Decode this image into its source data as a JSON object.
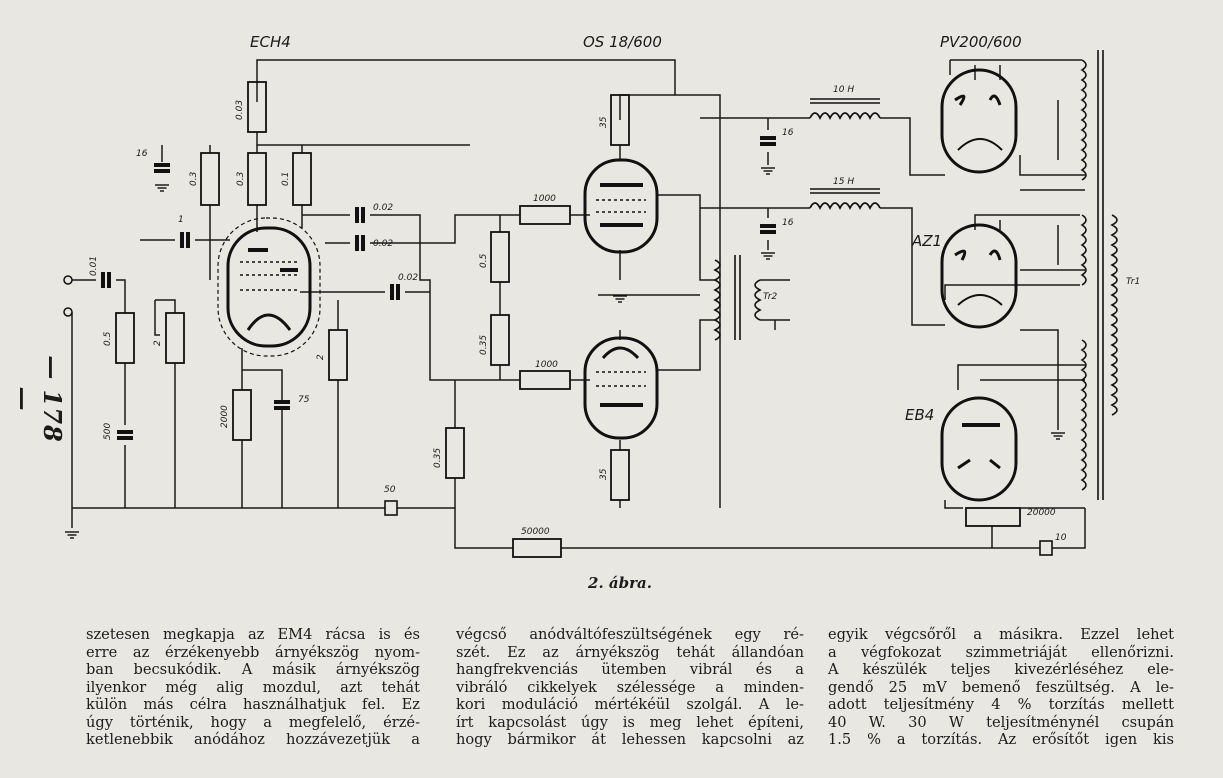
{
  "page_number": "— 178 —",
  "figure": {
    "caption": "2. ábra.",
    "tubes": [
      "ECH4",
      "OS 18/600",
      "PV200/600",
      "AZ1",
      "EB4"
    ],
    "components": {
      "r_003": "0.03",
      "r_03a": "0.3",
      "r_03b": "0.3",
      "r_01": "0.1",
      "c_16_left": "16",
      "c_1": "1",
      "c_0001": "0.01",
      "c_002a": "0.02",
      "c_002b": "0.02",
      "c_002c": "0.02",
      "r_05_in": "0.5",
      "r_2_pot": "2",
      "c_500": "500",
      "r_2000": "2000",
      "c_75": "75",
      "r_2_grid": "2",
      "r_035_low": "0.35",
      "c_50": "50",
      "r_1000a": "1000",
      "r_1000b": "1000",
      "r_05_mid": "0.5",
      "r_035_mid": "0.35",
      "r_35_top": "35",
      "r_35_bot": "35",
      "r_50000": "50000",
      "choke_10": "10 H",
      "choke_15": "15 H",
      "c_16_top": "16",
      "c_16_mid": "16",
      "tr2": "Tr2",
      "tr1": "Tr1",
      "r_20000": "20000",
      "c_10": "10"
    }
  },
  "columns": [
    [
      "szetesen megkapja az EM4 rácsa is és",
      "erre az érzékenyebb árnyékszög nyom-",
      "ban becsukódik. A másik árnyékszög",
      "ilyenkor még alig mozdul, azt tehát",
      "külön más célra használhatjuk fel. Ez",
      "úgy történik, hogy a megfelelő, érzé-",
      "ketlenebbik anódához hozzávezetjük a"
    ],
    [
      "végcső anódváltófeszültségének egy ré-",
      "szét. Ez az árnyékszög tehát állandóan",
      "hangfrekvenciás ütemben vibrál és a",
      "vibráló cikkelyek szélessége a minden-",
      "kori moduláció mértékéül szolgál. A le-",
      "írt kapcsolást úgy is meg lehet építeni,",
      "hogy bármikor át lehessen kapcsolni az"
    ],
    [
      "egyik végcsőről a másikra. Ezzel lehet",
      "a végfokozat szimmetriáját ellenőrizni.",
      "A készülék teljes kivezérléséhez ele-",
      "gendő 25 mV bemenő feszültség. A le-",
      "adott teljesítmény 4 % torzítás mellett",
      "40 W. 30 W teljesítménynél csupán",
      "1.5 % a torzítás. Az erősítőt igen kis"
    ]
  ]
}
